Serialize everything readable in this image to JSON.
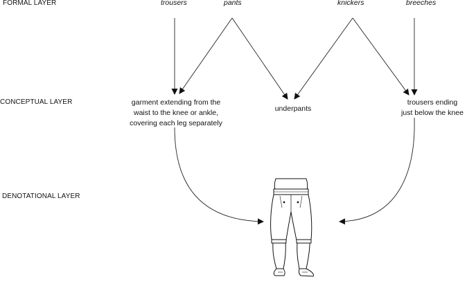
{
  "layers": {
    "formal": "FORMAL LAYER",
    "conceptual": "CONCEPTUAL LAYER",
    "denotational": "DENOTATIONAL LAYER"
  },
  "words": {
    "trousers": "trousers",
    "pants": "pants",
    "knickers": "knickers",
    "breeches": "breeches"
  },
  "concepts": {
    "trousers_line1": "garment extending from the",
    "trousers_line2": "waist to the knee or ankle,",
    "trousers_line3": "covering each leg separately",
    "underpants": "underpants",
    "breeches_line1": "trousers ending",
    "breeches_line2": "just below the knee"
  },
  "image": {
    "icon": "breeches-figure-illustration"
  }
}
